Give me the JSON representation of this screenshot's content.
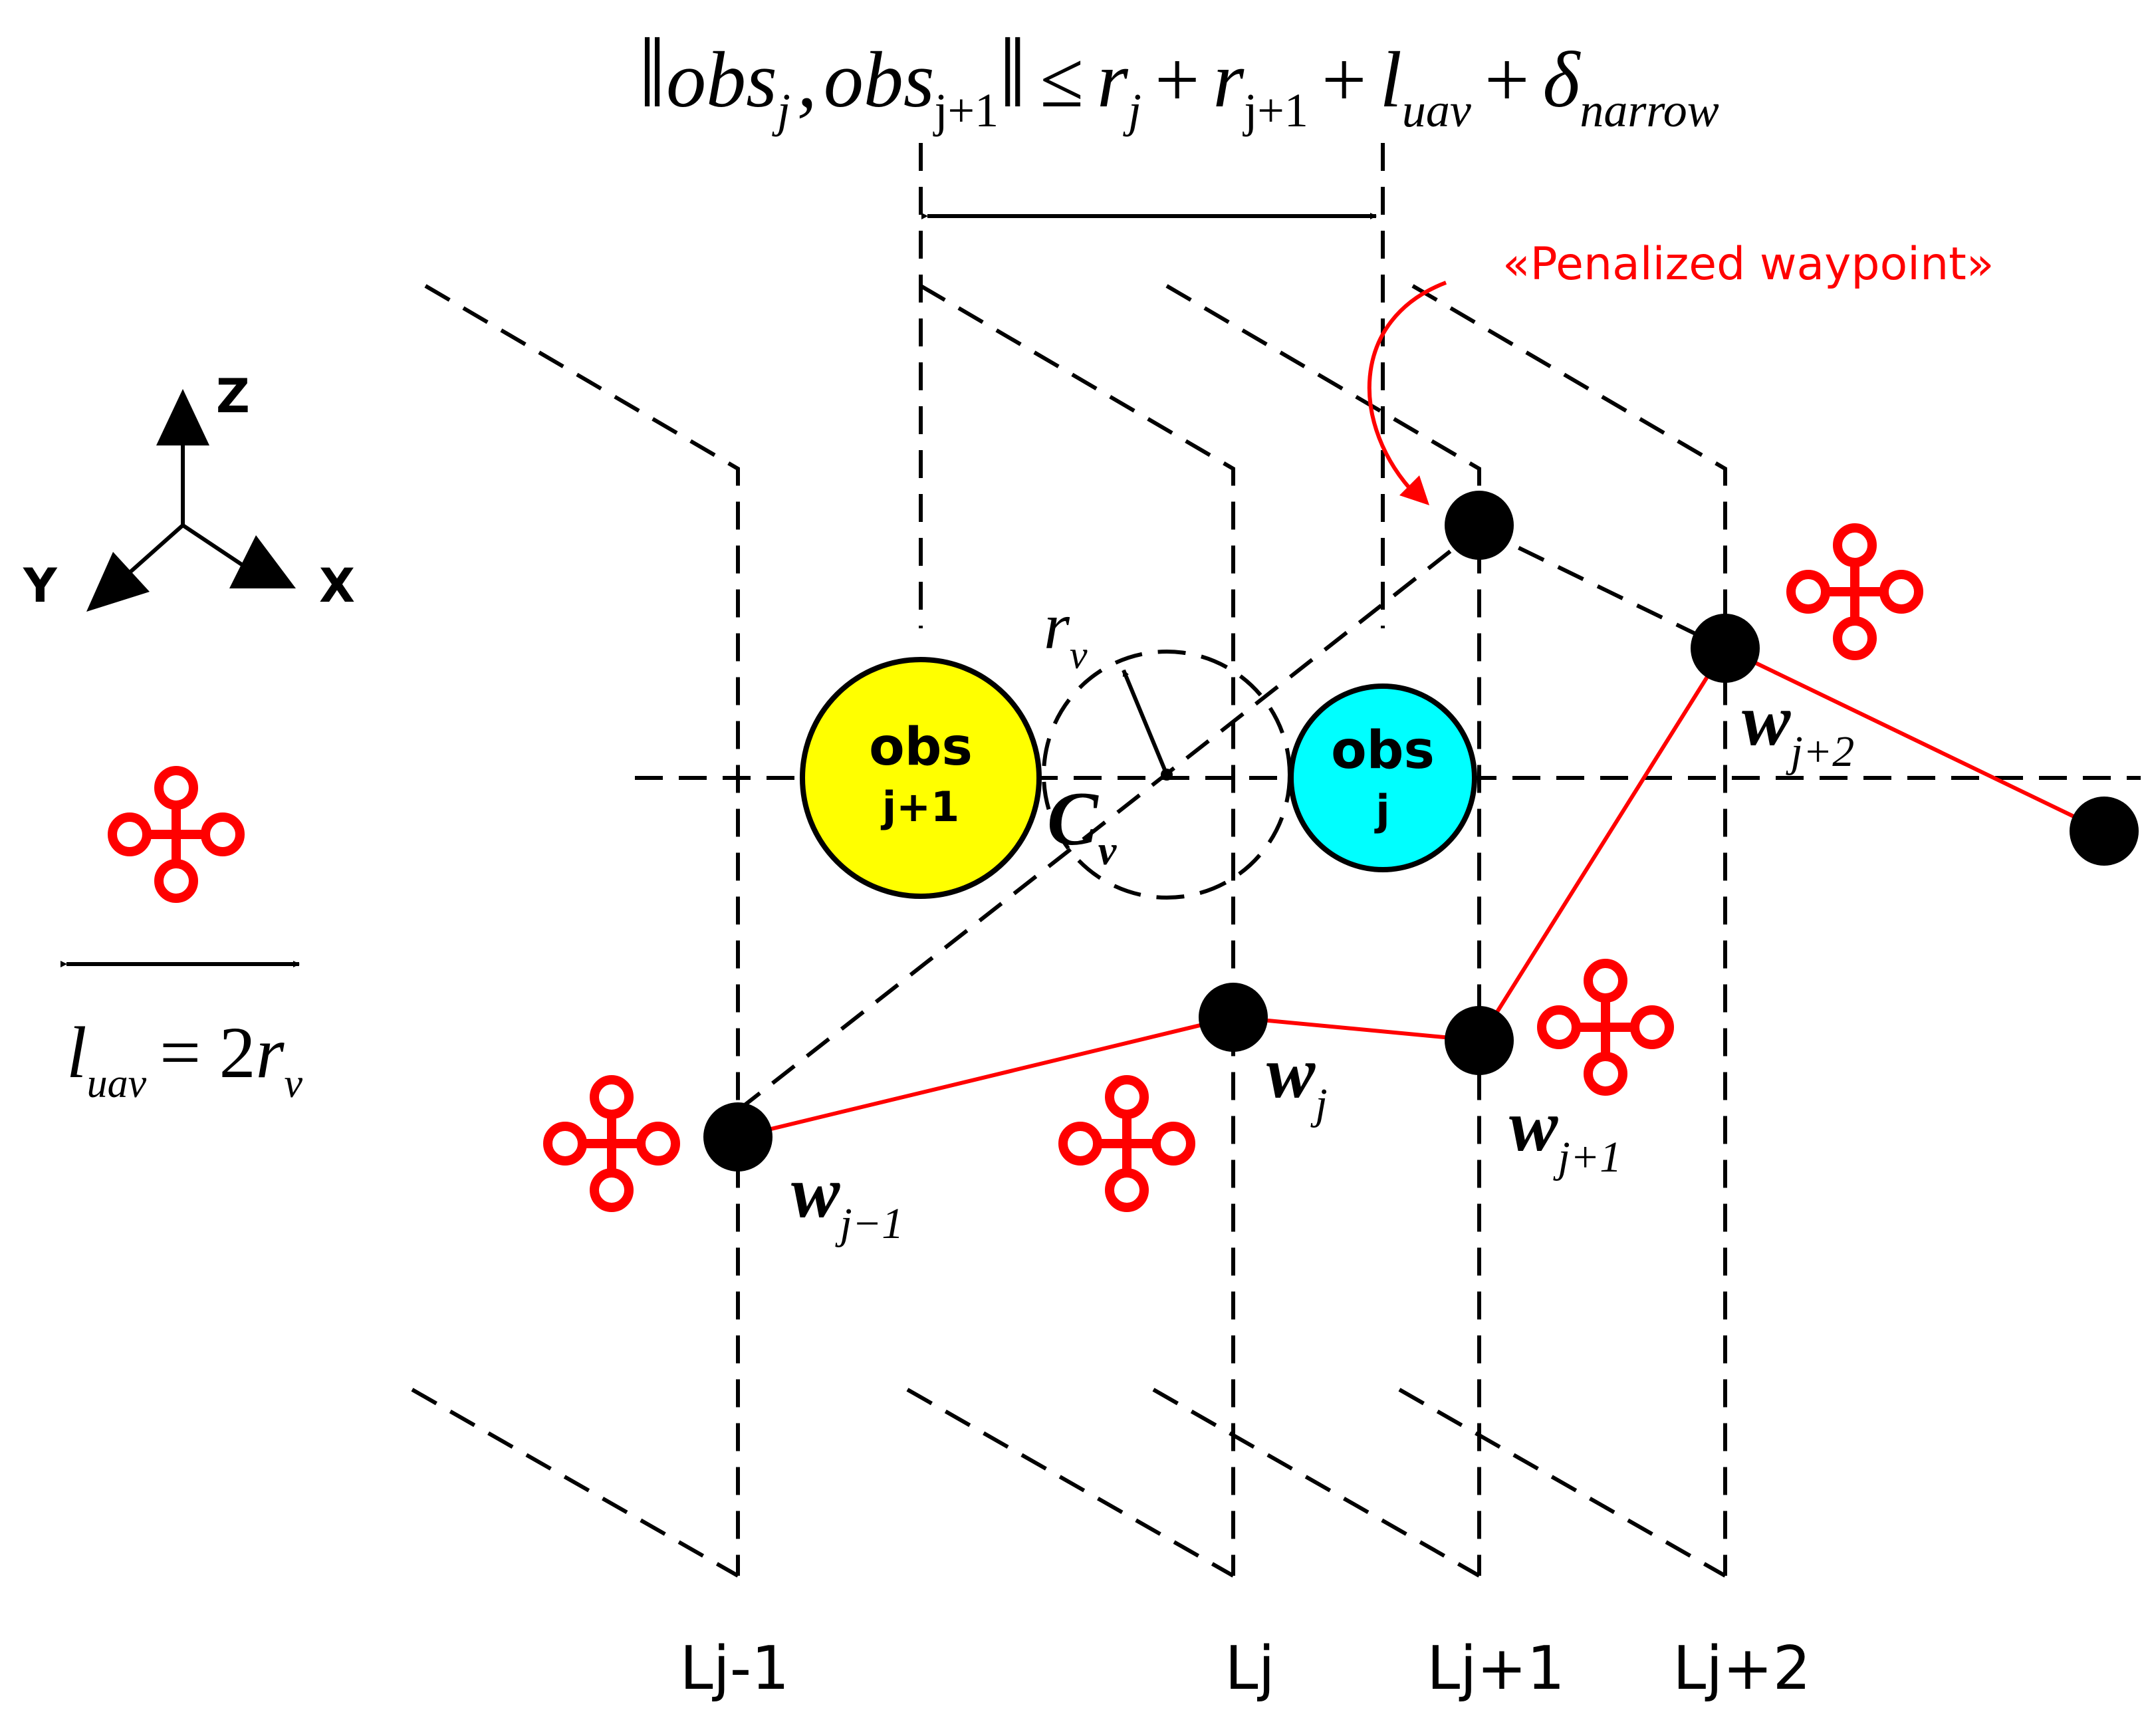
{
  "formula": {
    "norm_left": "‖",
    "obs": "obs",
    "sub_j": "j",
    "comma": ",",
    "obs2": "obs",
    "sub_j1": "j+1",
    "norm_right": "‖",
    "leq": "≤",
    "r1": "r",
    "r1_sub": "j",
    "plus1": "+",
    "r2": "r",
    "r2_sub": "j+1",
    "plus2": "+",
    "l": "l",
    "l_sub": "uav",
    "plus3": "+",
    "delta": "δ",
    "delta_sub": "narrow"
  },
  "penalized_label": "«Penalized waypoint»",
  "axes": {
    "z": "Z",
    "y": "Y",
    "x": "X"
  },
  "uav_width": {
    "l": "l",
    "l_sub": "uav",
    "eq": "= 2",
    "r": "r",
    "r_sub": "v"
  },
  "obstacles": [
    {
      "line1": "obs",
      "line2": "j+1",
      "color": "#ffff00"
    },
    {
      "line1": "obs",
      "line2": "j",
      "color": "#00ffff"
    }
  ],
  "corridor": {
    "r": "r",
    "r_sub": "v",
    "c": "C",
    "c_sub": "v"
  },
  "waypoints": [
    {
      "w": "w",
      "sub": "j−1"
    },
    {
      "w": "w",
      "sub": "j"
    },
    {
      "w": "w",
      "sub": "j+1"
    },
    {
      "w": "w",
      "sub": "j+2"
    }
  ],
  "layers": [
    "Lj-1",
    "Lj",
    "Lj+1",
    "Lj+2"
  ],
  "colors": {
    "path": "#ff0000",
    "obs_j1": "#ffff00",
    "obs_j": "#00ffff"
  }
}
